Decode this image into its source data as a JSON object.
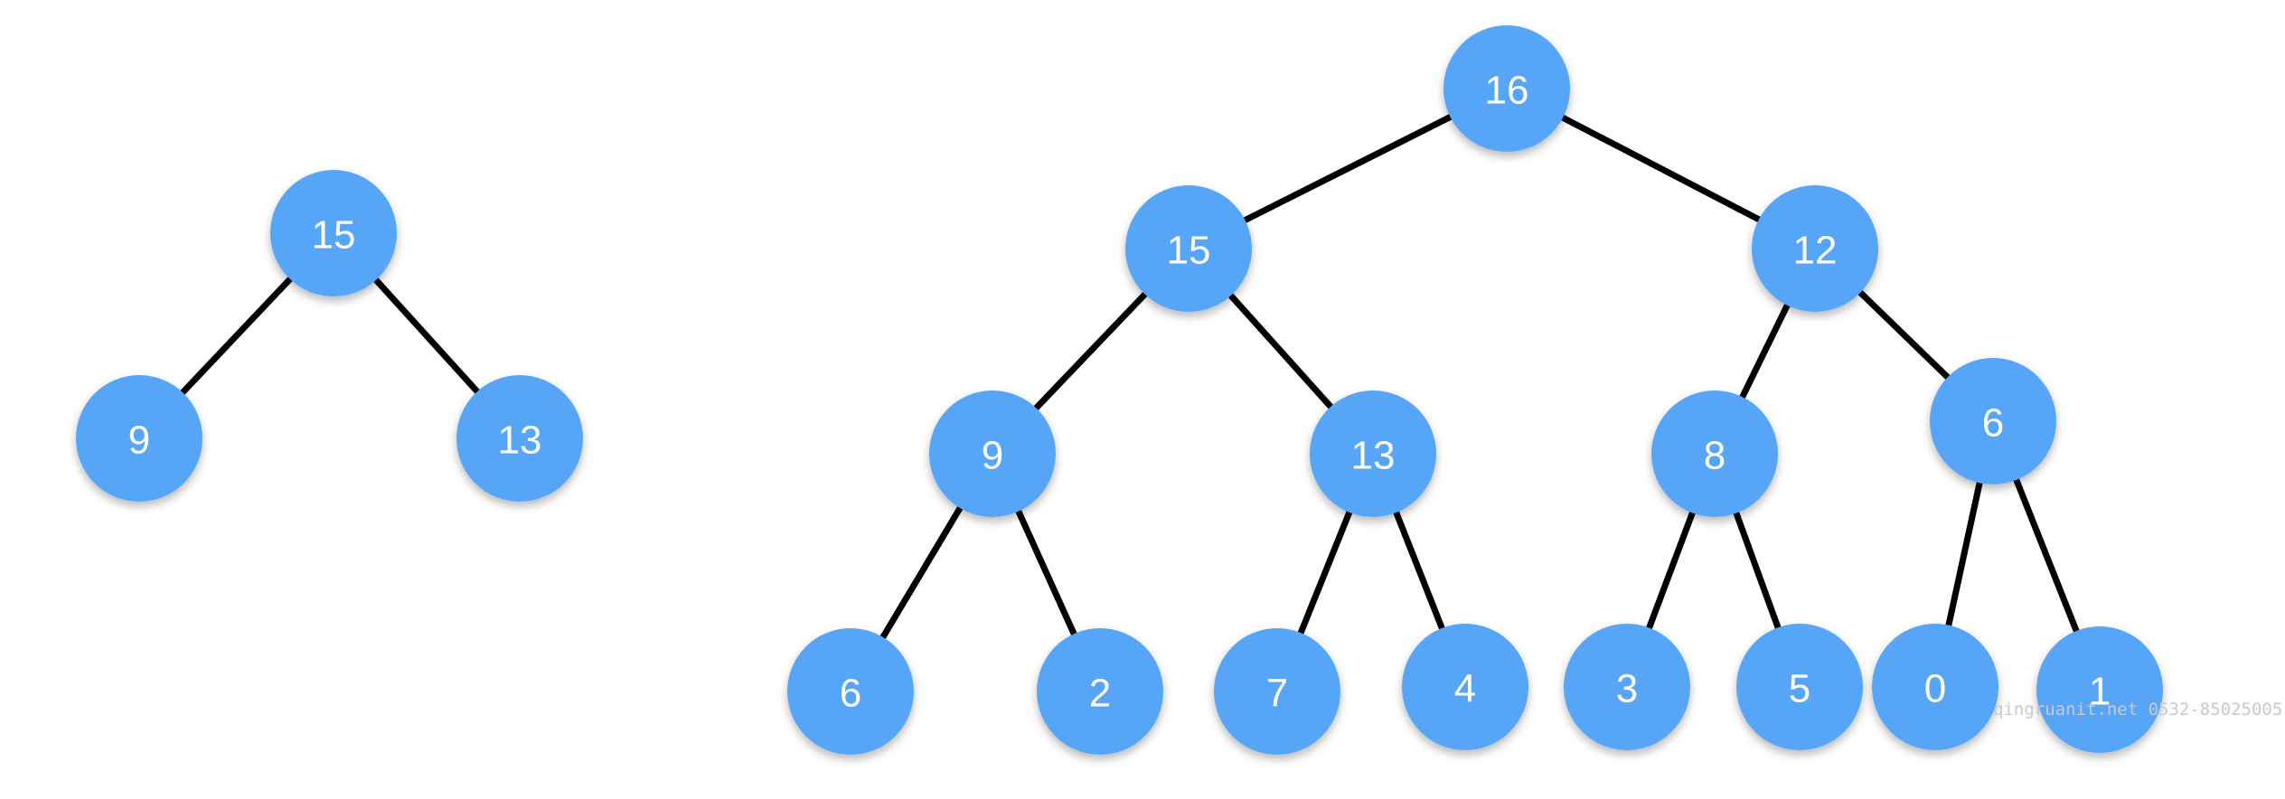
{
  "colors": {
    "node_fill": "#56a5f7",
    "node_text": "#ffffff",
    "edge": "#000000",
    "background": "#ffffff"
  },
  "trees": [
    {
      "name": "small-tree",
      "nodes": [
        {
          "id": "s0",
          "label": "15"
        },
        {
          "id": "s1",
          "label": "9"
        },
        {
          "id": "s2",
          "label": "13"
        }
      ],
      "edges": [
        [
          "s0",
          "s1"
        ],
        [
          "s0",
          "s2"
        ]
      ]
    },
    {
      "name": "large-tree",
      "nodes": [
        {
          "id": "n0",
          "label": "16"
        },
        {
          "id": "n1",
          "label": "15"
        },
        {
          "id": "n2",
          "label": "12"
        },
        {
          "id": "n3",
          "label": "9"
        },
        {
          "id": "n4",
          "label": "13"
        },
        {
          "id": "n5",
          "label": "8"
        },
        {
          "id": "n6",
          "label": "6"
        },
        {
          "id": "n7",
          "label": "6"
        },
        {
          "id": "n8",
          "label": "2"
        },
        {
          "id": "n9",
          "label": "7"
        },
        {
          "id": "n10",
          "label": "4"
        },
        {
          "id": "n11",
          "label": "3"
        },
        {
          "id": "n12",
          "label": "5"
        },
        {
          "id": "n13",
          "label": "0"
        },
        {
          "id": "n14",
          "label": "1"
        }
      ],
      "edges": [
        [
          "n0",
          "n1"
        ],
        [
          "n0",
          "n2"
        ],
        [
          "n1",
          "n3"
        ],
        [
          "n1",
          "n4"
        ],
        [
          "n2",
          "n5"
        ],
        [
          "n2",
          "n6"
        ],
        [
          "n3",
          "n7"
        ],
        [
          "n3",
          "n8"
        ],
        [
          "n4",
          "n9"
        ],
        [
          "n4",
          "n10"
        ],
        [
          "n5",
          "n11"
        ],
        [
          "n5",
          "n12"
        ],
        [
          "n6",
          "n13"
        ],
        [
          "n6",
          "n14"
        ]
      ]
    }
  ],
  "watermark": "qingruanit.net 0532-85025005"
}
